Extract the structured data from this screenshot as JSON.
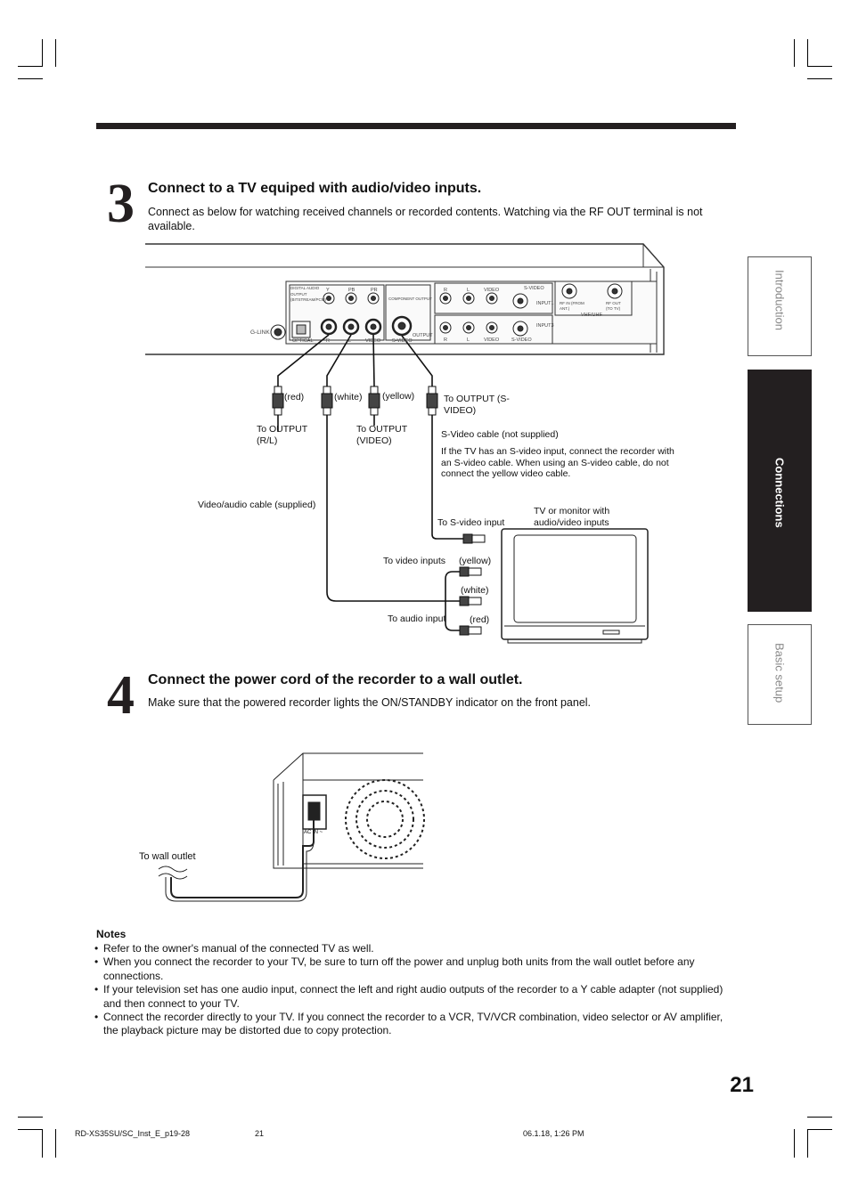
{
  "page_number": "21",
  "footer": {
    "file": "RD-XS35SU/SC_Inst_E_p19-28",
    "page": "21",
    "date": "06.1.18, 1:26 PM"
  },
  "side_tabs": [
    {
      "label": "Introduction",
      "active": false
    },
    {
      "label": "Connections",
      "active": true
    },
    {
      "label": "Basic setup",
      "active": false
    }
  ],
  "step3": {
    "number": "3",
    "heading": "Connect to a TV equiped with audio/video inputs.",
    "body": "Connect as below for watching received channels or recorded contents. Watching via the RF OUT terminal is not available."
  },
  "panel": {
    "glink": "G-LINK",
    "digital_audio": "DIGITAL AUDIO OUTPUT (BITSTREAM/PCM)",
    "optical": "OPTICAL",
    "y": "Y",
    "pb": "PB",
    "pr": "PR",
    "component_output": "COMPONENT OUTPUT",
    "r": "R",
    "l": "L",
    "video": "VIDEO",
    "svideo": "S-VIDEO",
    "output": "OUTPUT",
    "input1": "INPUT1",
    "input3": "INPUT3",
    "rf_in": "RF IN (FROM ANT.)",
    "rf_out": "RF OUT (TO TV)",
    "vhf_uhf": "VHF/UHF"
  },
  "diagram": {
    "red": "(red)",
    "white": "(white)",
    "yellow": "(yellow)",
    "to_output_svideo": "To OUTPUT (S-VIDEO)",
    "to_output_rl": "To OUTPUT (R/L)",
    "to_output_video": "To OUTPUT (VIDEO)",
    "svideo_cable": "S-Video cable (not supplied)",
    "svideo_note": "If the TV has an S-video input, connect the recorder with an S-video cable. When using an S-video cable, do not connect the yellow video cable.",
    "av_cable": "Video/audio cable (supplied)",
    "tv_label": "TV or monitor with audio/video inputs",
    "to_svideo_input": "To S-video input",
    "to_video_inputs": "To video inputs",
    "to_audio_input": "To audio input",
    "yellow2": "(yellow)",
    "white2": "(white)",
    "red2": "(red)"
  },
  "step4": {
    "number": "4",
    "heading": "Connect the power cord of the recorder to a wall outlet.",
    "body": "Make sure that the powered recorder lights the ON/STANDBY indicator on the front panel.",
    "to_wall_outlet": "To wall outlet",
    "ac_in": "AC IN ~"
  },
  "notes": {
    "title": "Notes",
    "items": [
      "Refer to the owner's manual of the connected TV as well.",
      "When you connect the recorder to your TV, be sure to turn off the power and unplug both units from the wall outlet before any connections.",
      "If your television set has one audio input, connect the left and right audio outputs of the recorder to a Y cable adapter (not supplied) and then connect to your TV.",
      "Connect the recorder directly to your TV.  If you connect the recorder to a VCR, TV/VCR combination, video selector or AV amplifier, the playback picture may be distorted due to copy protection."
    ]
  }
}
